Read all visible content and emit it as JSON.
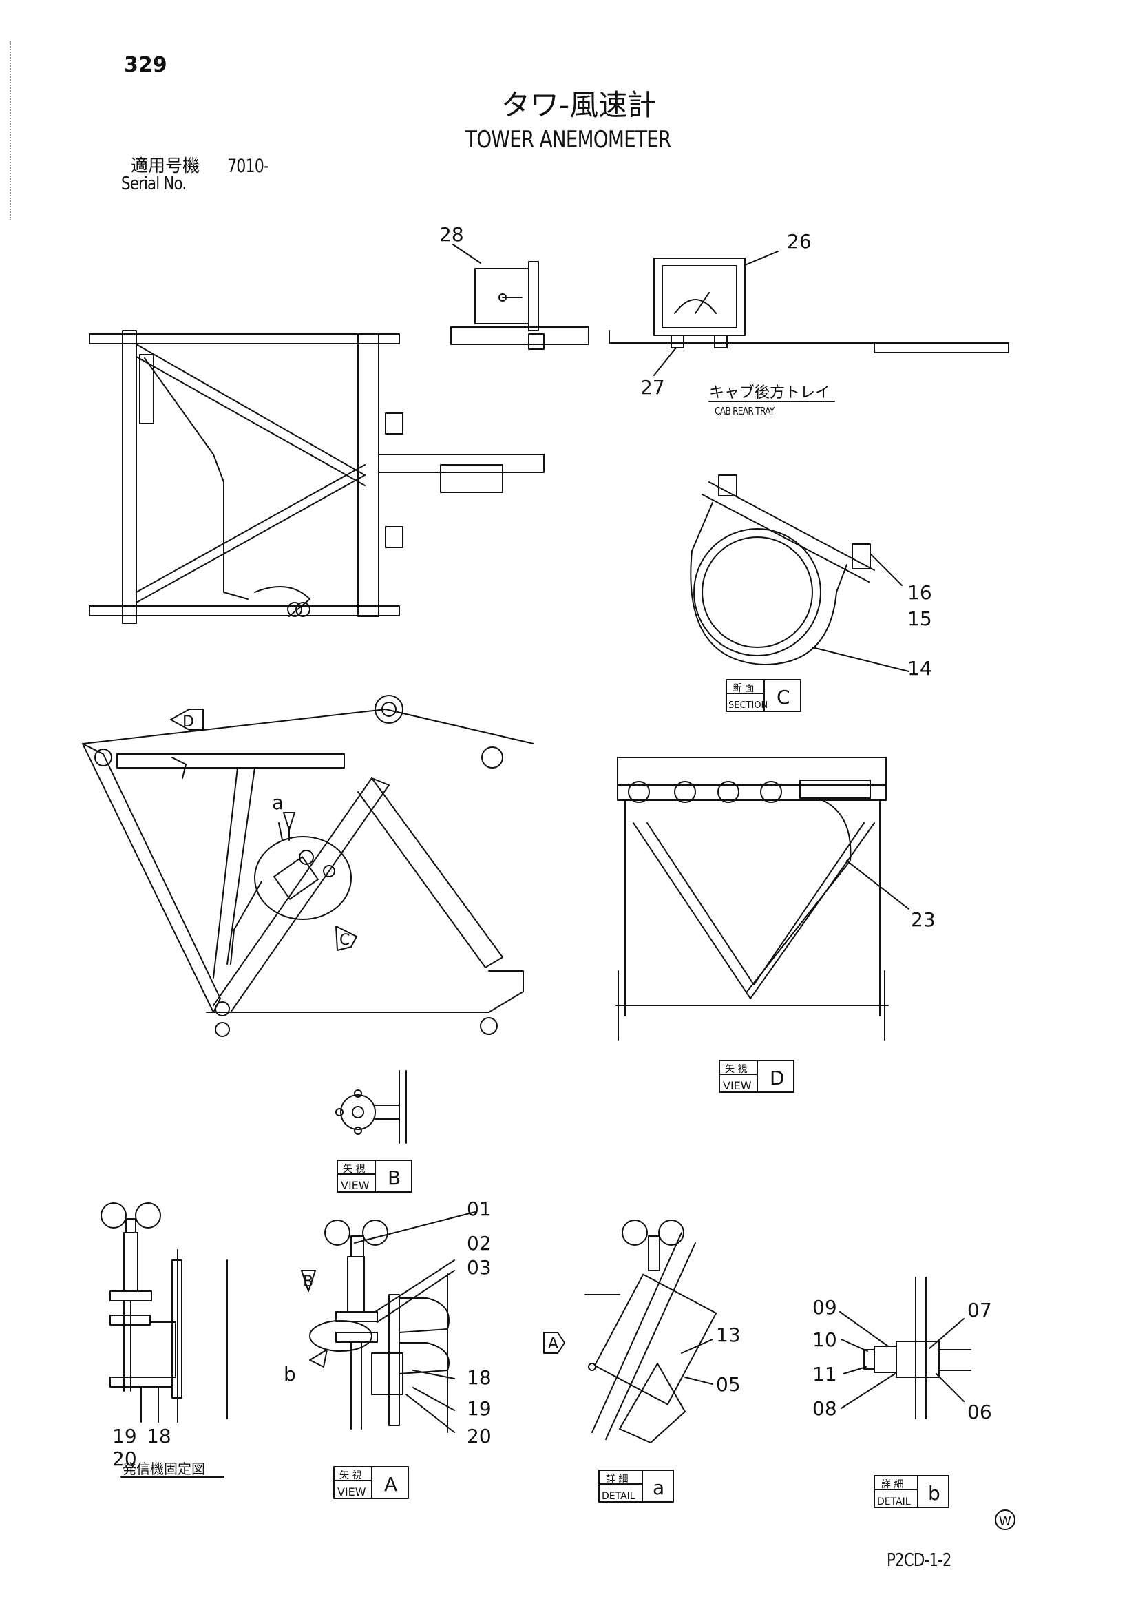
{
  "header": {
    "page_number": "329",
    "title_jp": "タワ-風速計",
    "title_en": "TOWER ANEMOMETER",
    "applicable_label": "適用号機",
    "serial_range": "7010-",
    "serial_label": "Serial No."
  },
  "cab_tray": {
    "label_jp": "キャブ後方トレイ",
    "label_en": "CAB REAR TRAY"
  },
  "part_numbers": {
    "p28": "28",
    "p26": "26",
    "p27": "27",
    "p16": "16",
    "p15": "15",
    "p14": "14",
    "p23": "23",
    "p01": "01",
    "p02": "02",
    "p03": "03",
    "p18a": "18",
    "p19a": "19",
    "p20a": "20",
    "p19b": "19",
    "p18b": "18",
    "p20b": "20",
    "p13": "13",
    "p05": "05",
    "p09": "09",
    "p10": "10",
    "p11": "11",
    "p08": "08",
    "p07": "07",
    "p06": "06"
  },
  "callouts": {
    "arrow_d": "D",
    "arrow_c": "C",
    "arrow_b": "B",
    "arrow_a": "A",
    "detail_a_marker": "a",
    "detail_b_marker": "b"
  },
  "view_labels": {
    "section_c": {
      "jp": "断 面",
      "en": "SECTION",
      "letter": "C"
    },
    "view_d": {
      "jp": "矢 視",
      "en": "VIEW",
      "letter": "D"
    },
    "view_b": {
      "jp": "矢 視",
      "en": "VIEW",
      "letter": "B"
    },
    "view_a": {
      "jp": "矢 視",
      "en": "VIEW",
      "letter": "A"
    },
    "detail_a": {
      "jp": "詳 細",
      "en": "DETAIL",
      "letter": "a"
    },
    "detail_b": {
      "jp": "詳 細",
      "en": "DETAIL",
      "letter": "b"
    },
    "transmitter_fixing": "発信機固定図"
  },
  "footer": {
    "mark": "W",
    "page_code": "P2CD-1-2"
  }
}
